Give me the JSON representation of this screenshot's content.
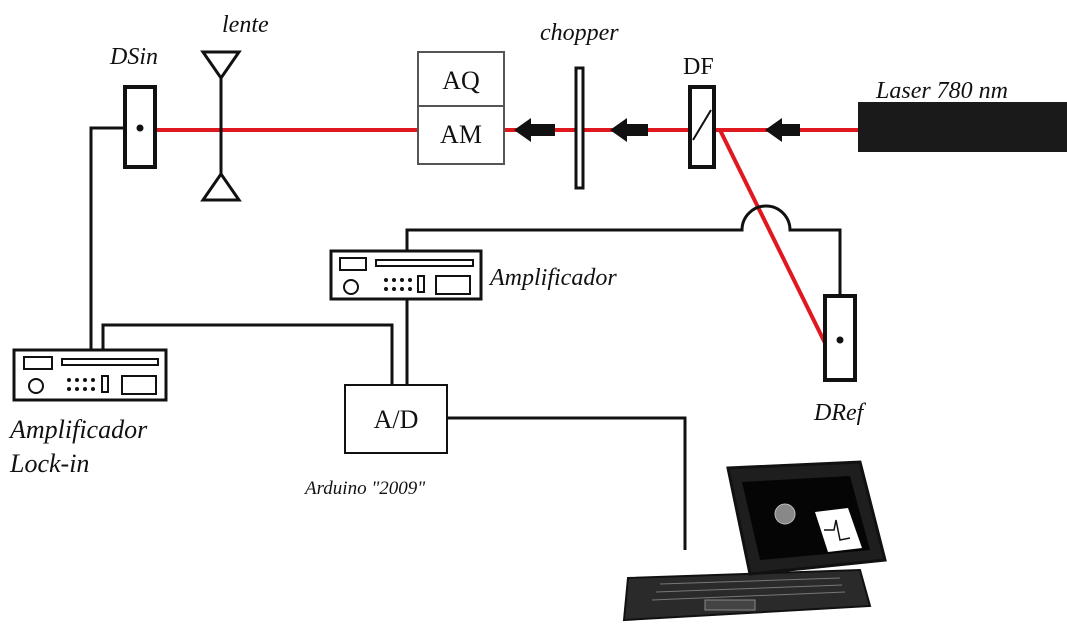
{
  "labels": {
    "laser": "Laser 780 nm",
    "df": "DF",
    "chopper": "chopper",
    "aq": "AQ",
    "am": "AM",
    "lente": "lente",
    "dsin": "DSin",
    "dref": "DRef",
    "amplificador": "Amplificador",
    "lockin_line1": "Amplificador",
    "lockin_line2": "Lock-in",
    "ad": "A/D",
    "arduino": "Arduino \"2009\""
  },
  "colors": {
    "beam": "#e0181f",
    "wire": "#111111",
    "background": "#ffffff"
  },
  "icons": [
    "arrow-left-icon",
    "laptop-icon",
    "amplifier-device-icon",
    "detector-icon",
    "lens-icon",
    "chopper-icon",
    "beam-splitter-icon"
  ]
}
